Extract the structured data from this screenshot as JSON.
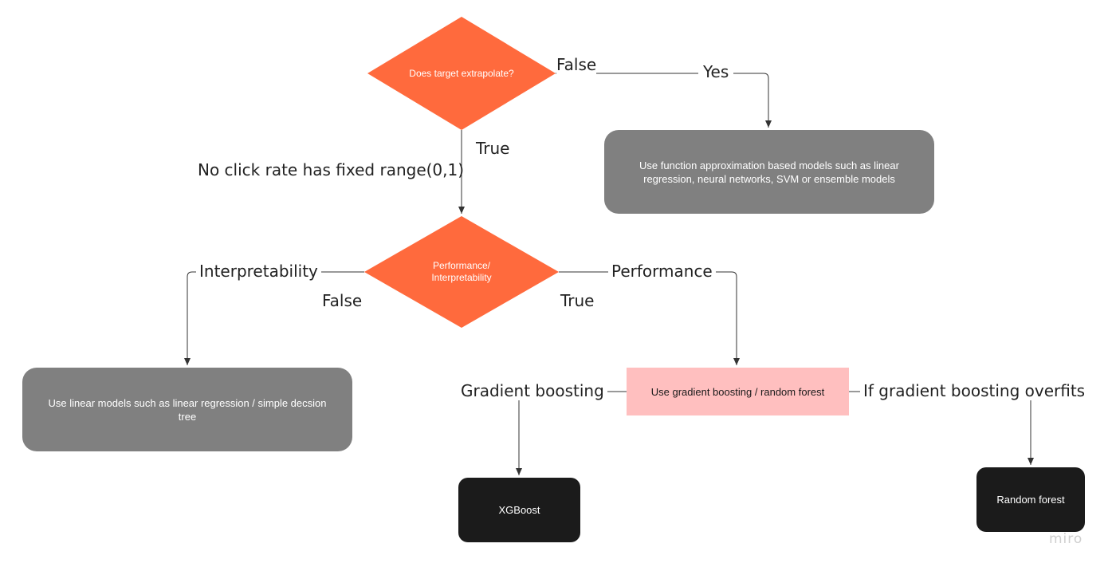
{
  "nodes": {
    "decision_extrapolate": "Does target extrapolate?",
    "decision_perf_interp": "Performance/ Interpretability",
    "box_function_approx": "Use function approximation based models such as linear regression, neural networks, SVM or ensemble models",
    "box_linear_models": "Use linear models such as linear regression / simple decsion tree",
    "box_gb_rf": "Use gradient boosting / random forest",
    "box_xgboost": "XGBoost",
    "box_random_forest": "Random forest"
  },
  "labels": {
    "false_top": "False",
    "yes": "Yes",
    "true_top": "True",
    "no_click_rate": "No click rate has fixed range(0,1)",
    "interpretability": "Interpretability",
    "false_mid": "False",
    "performance": "Performance",
    "true_mid": "True",
    "gradient_boosting": "Gradient boosting",
    "if_gb_overfits": "If gradient boosting overfits"
  },
  "colors": {
    "decision_fill": "#ff6a3d",
    "process_fill": "#808080",
    "highlight_fill": "#ffbfbf",
    "terminal_fill": "#1b1b1b",
    "line": "#333333"
  },
  "watermark": "miro"
}
